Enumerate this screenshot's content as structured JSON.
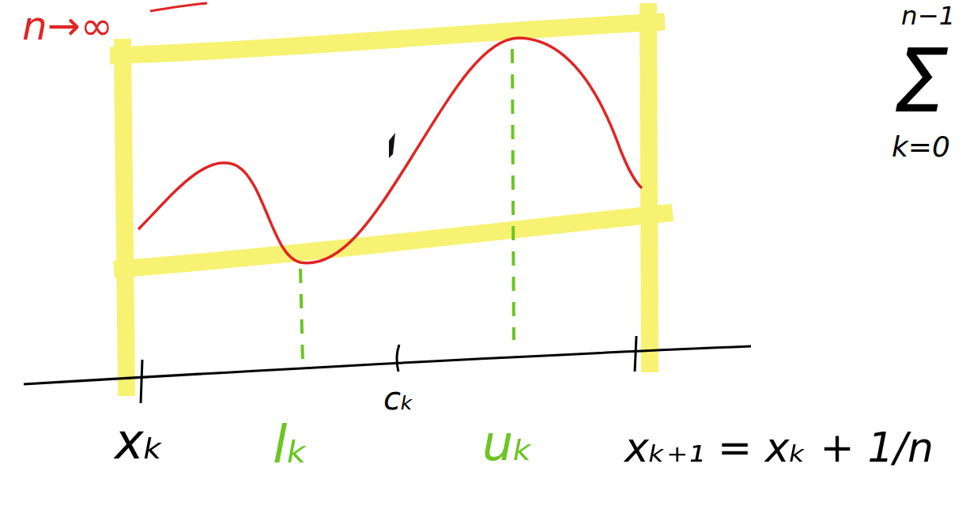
{
  "diagram": {
    "labels": [
      "n→∞",
      "n−1",
      "Σ",
      "k=0",
      "xₖ",
      "lₖ",
      "cₖ",
      "uₖ",
      "xₖ₊₁ = xₖ + 1/n"
    ]
  }
}
